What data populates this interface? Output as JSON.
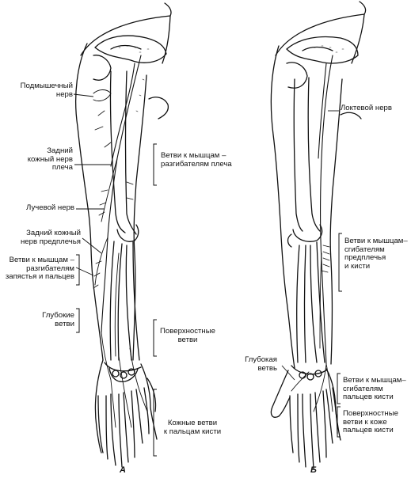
{
  "figure_a": {
    "panel_label": "А",
    "labels": {
      "axillary": "Подмышечный\nнерв",
      "post_cut_arm": "Задний\nкожный нерв\nплеча",
      "radial": "Лучевой нерв",
      "post_cut_forearm": "Задний кожный\nнерв предплечья",
      "br_ext_wrist": "Ветви к мышцам –\nразгибателям\nзапястья и пальцев",
      "deep": "Глубокие\nветви",
      "br_ext_arm": "Ветви к мышцам –\nразгибателям плеча",
      "superficial": "Поверхностные\nветви",
      "cut_fingers": "Кожные ветви\nк пальцам кисти"
    }
  },
  "figure_b": {
    "panel_label": "Б",
    "labels": {
      "ulnar": "Локтевой нерв",
      "br_flex_forearm": "Ветви к мышцам–\nсгибателям\nпредплечья\nи кисти",
      "deep_branch": "Глубокая\nветвь",
      "br_flex_fingers": "Ветви к мышцам–\nсгибателям\nпальцев кисти",
      "superficial_skin": "Поверхностные\nветви к коже\nпальцев кисти"
    }
  }
}
